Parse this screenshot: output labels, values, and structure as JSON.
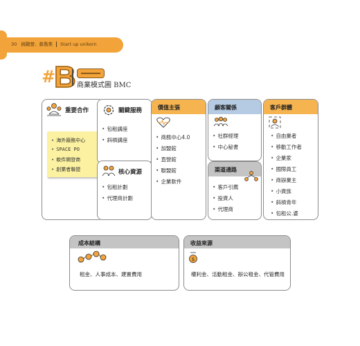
{
  "header": {
    "page_number": "30",
    "breadcrumb_part1": "挑戰營．蔡喬美",
    "breadcrumb_part2": "Start up unikorn"
  },
  "section": {
    "badge_letter": "B",
    "badge_hash": "#",
    "title": "商業模式圖 BMC"
  },
  "cards": {
    "key_partners": {
      "title": "重要合作",
      "items": [
        "海外廠務中心",
        "SPACE PO",
        "軟件開發商",
        "創業者聯盟"
      ]
    },
    "key_activities": {
      "title": "關鍵服務",
      "items": [
        "包租講座",
        "斜槓講座"
      ]
    },
    "key_resources": {
      "title": "核心資源",
      "items": [
        "包租計劃",
        "代理商計劃"
      ]
    },
    "value_propositions": {
      "title": "價值主張",
      "items": [
        "商務中心4.0",
        "加盟館",
        "直營館",
        "聯盟館",
        "企業軟件"
      ]
    },
    "customer_relationships": {
      "title": "顧客關係",
      "items": [
        "社群經理",
        "中心秘書"
      ]
    },
    "channels": {
      "title": "渠道通路",
      "items": [
        "客戶引薦",
        "投資人",
        "代理商"
      ]
    },
    "customer_segments": {
      "title": "客戶群體",
      "items": [
        "自由業者",
        "移動工作者",
        "企業家",
        "國際員工",
        "商辦業主",
        "小資族",
        "斜槓青年",
        "包租公.婆"
      ]
    },
    "cost_structure": {
      "title": "成本結構",
      "text": "租金、人事成本、建置費用"
    },
    "revenue_streams": {
      "title": "收益來源",
      "text": "權利金、活動租金、辦公租金、代管費用"
    }
  },
  "colors": {
    "orange": "#f6b450",
    "blue": "#b5cbe3",
    "gray": "#c4c4c4",
    "sticky": "#fbf1a0"
  },
  "icons": [
    "team-icon",
    "gear-icon",
    "heartbeat-icon",
    "people-icon",
    "user-profile-icon",
    "workers-icon",
    "coins-icon",
    "dollar-coin-icon"
  ]
}
